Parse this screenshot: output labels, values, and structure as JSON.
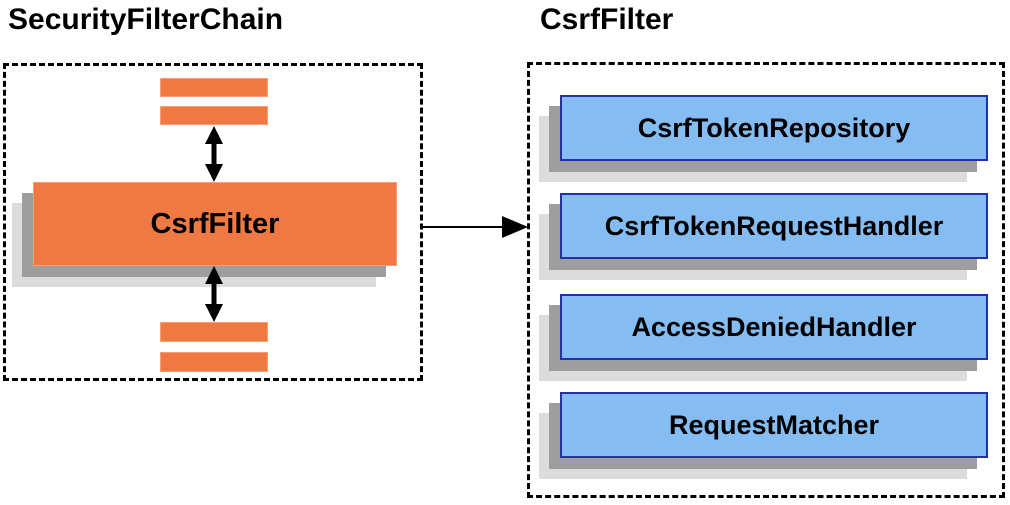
{
  "left_panel": {
    "title": "SecurityFilterChain",
    "csrf_filter_label": "CsrfFilter"
  },
  "right_panel": {
    "title": "CsrfFilter",
    "components": [
      "CsrfTokenRepository",
      "CsrfTokenRequestHandler",
      "AccessDeniedHandler",
      "RequestMatcher"
    ]
  },
  "colors": {
    "orange_fill": "#EF7942",
    "orange_border": "#FB9C70",
    "blue_fill": "#85BDF2",
    "blue_border": "#2430A6",
    "shadow_dark": "#9E9E9E",
    "shadow_light": "#DCDCDC",
    "arrow": "#000000",
    "boundary": "#000000",
    "text": "#000000"
  }
}
